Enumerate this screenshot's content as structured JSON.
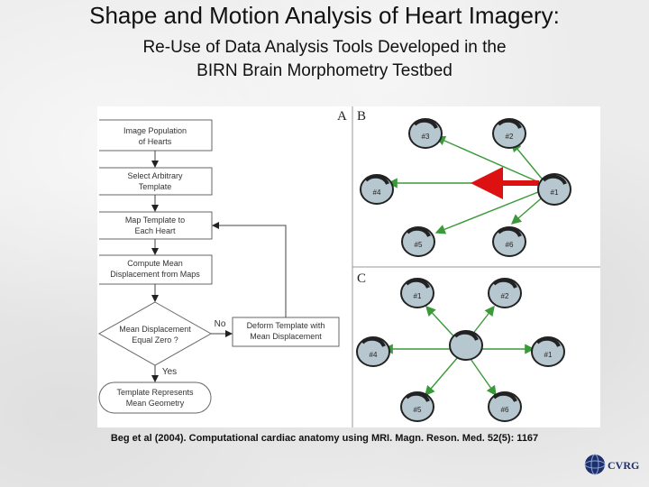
{
  "slide": {
    "title": "Shape and Motion Analysis of Heart Imagery:",
    "subtitle_line1": "Re-Use of Data Analysis Tools Developed in the",
    "subtitle_line2": "BIRN Brain Morphometry Testbed",
    "citation": "Beg et al (2004). Computational cardiac anatomy using MRI. Magn. Reson. Med. 52(5): 1167"
  },
  "flowchart": {
    "step1_line1": "Image Population",
    "step1_line2": "of Hearts",
    "step2_line1": "Select Arbitrary",
    "step2_line2": "Template",
    "step3_line1": "Map Template to",
    "step3_line2": "Each Heart",
    "step4_line1": "Compute Mean",
    "step4_line2": "Displacement from Maps",
    "decision_line1": "Mean Displacement",
    "decision_line2": "Equal Zero ?",
    "no_label": "No",
    "yes_label": "Yes",
    "deform_line1": "Deform Template with",
    "deform_line2": "Mean Displacement",
    "final_line1": "Template Represents",
    "final_line2": "Mean Geometry"
  },
  "panels": {
    "label_a": "A",
    "label_b": "B",
    "label_c": "C"
  },
  "hearts_b": [
    "#3",
    "#2",
    "#4",
    "#1",
    "#5",
    "#6"
  ],
  "hearts_c": [
    "#1",
    "#2",
    "#4",
    "#1",
    "#5",
    "#6"
  ],
  "logo": {
    "text": "CVRG"
  },
  "colors": {
    "arrow_green": "#3a9a3a",
    "arrow_red": "#dd1111",
    "heart_fill": "#b7c7cf"
  }
}
